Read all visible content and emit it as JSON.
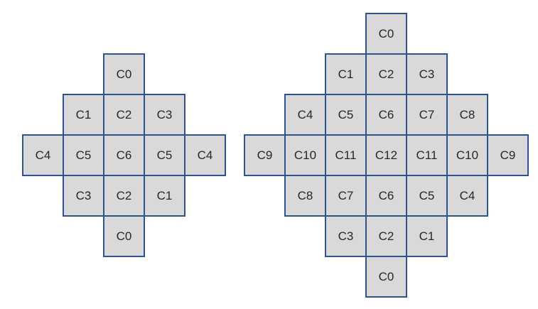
{
  "colors": {
    "background": "#ffffff",
    "cell_fill": "#d9d9d9",
    "cell_border": "#2e5391",
    "cell_text": "#262626"
  },
  "diagrams": [
    {
      "name": "small-diamond",
      "rows": [
        [
          "C0"
        ],
        [
          "C1",
          "C2",
          "C3"
        ],
        [
          "C4",
          "C5",
          "C6",
          "C5",
          "C4"
        ],
        [
          "C3",
          "C2",
          "C1"
        ],
        [
          "C0"
        ]
      ]
    },
    {
      "name": "large-diamond",
      "rows": [
        [
          "C0"
        ],
        [
          "C1",
          "C2",
          "C3"
        ],
        [
          "C4",
          "C5",
          "C6",
          "C7",
          "C8"
        ],
        [
          "C9",
          "C10",
          "C11",
          "C12",
          "C11",
          "C10",
          "C9"
        ],
        [
          "C8",
          "C7",
          "C6",
          "C5",
          "C4"
        ],
        [
          "C3",
          "C2",
          "C1"
        ],
        [
          "C0"
        ]
      ]
    }
  ]
}
